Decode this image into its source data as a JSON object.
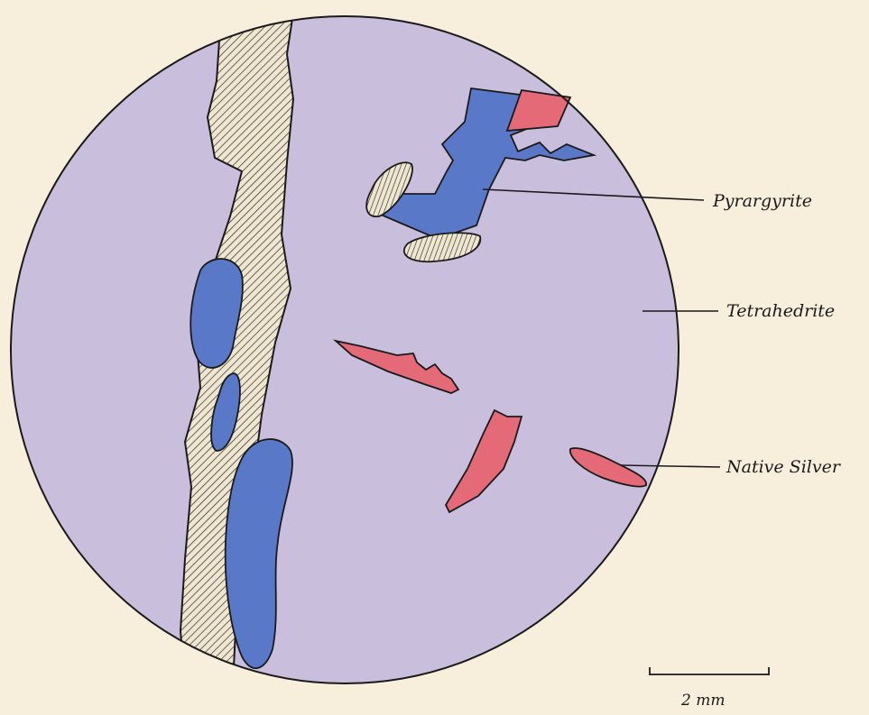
{
  "diagram": {
    "labels": {
      "pyrargyrite": "Pyrargyrite",
      "tetrahedrite": "Tetrahedrite",
      "native_silver": "Native Silver"
    },
    "scale_bar": {
      "label": "2 mm"
    },
    "colors": {
      "paper": "#f7efdc",
      "tetrahedrite": "#c9bfdc",
      "pyrargyrite": "#5a78c8",
      "native_silver": "#e46a78",
      "hatched_mineral": "#efe6d0",
      "outline": "#1a1a1a"
    }
  }
}
